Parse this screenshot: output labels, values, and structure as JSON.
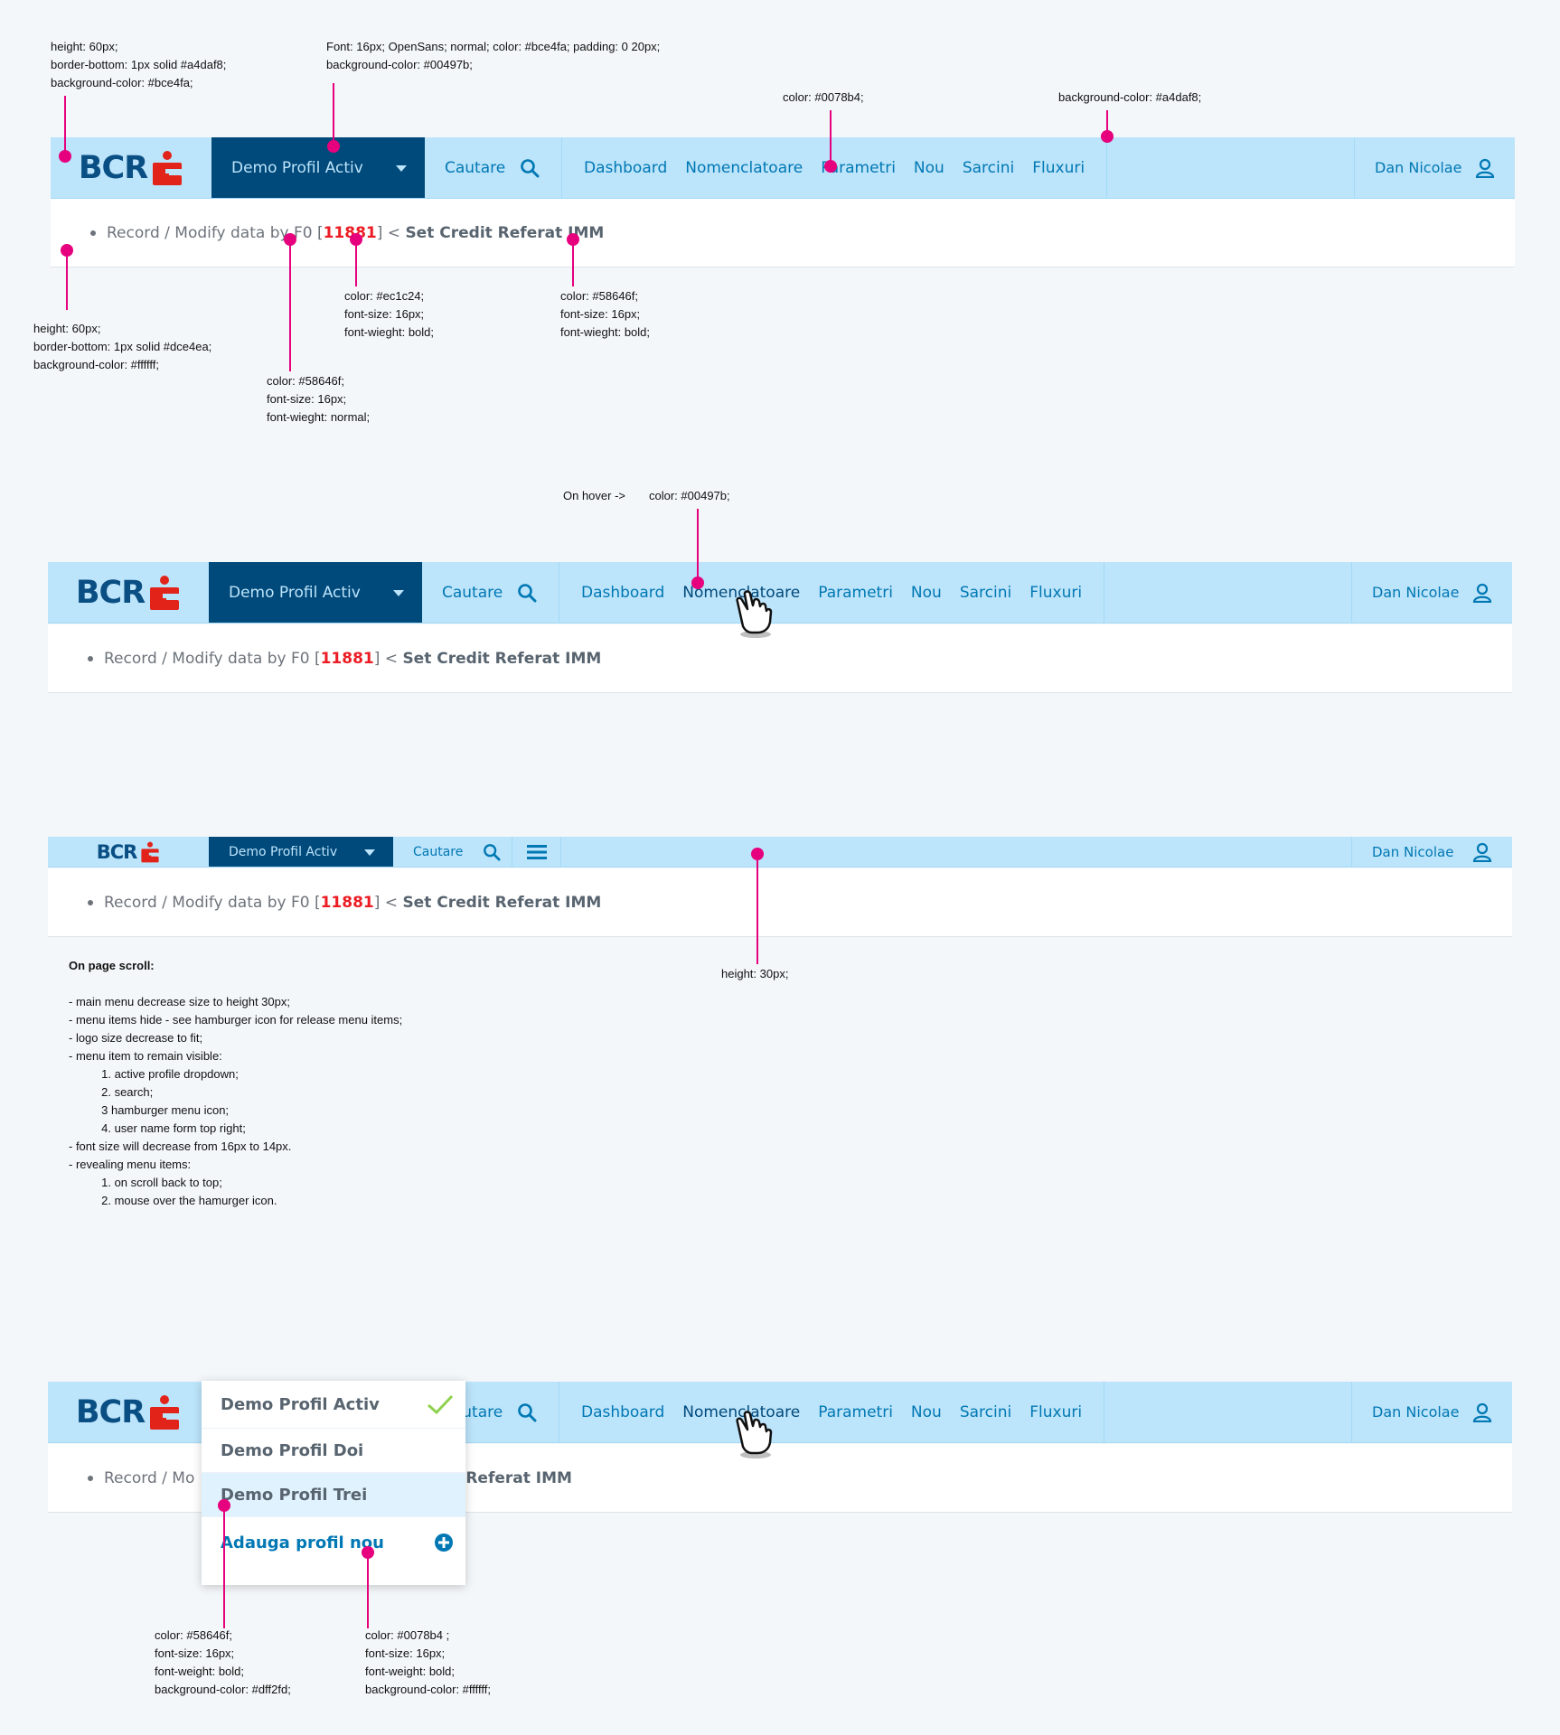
{
  "brand": {
    "logo_text": "BCR"
  },
  "colors": {
    "nav_bg": "#bce4fa",
    "nav_border": "#a4daf8",
    "profile_bg": "#00497b",
    "link": "#0078b4",
    "link_hover": "#00497b",
    "text_gray": "#58646f",
    "accent_red": "#ec1c24",
    "annotation_pin": "#e6007e",
    "dropdown_active": "#dff2fd"
  },
  "nav": {
    "profile_label": "Demo Profil Activ",
    "search_label": "Cautare",
    "links": [
      "Dashboard",
      "Nomenclatoare",
      "Parametri",
      "Nou",
      "Sarcini",
      "Fluxuri"
    ],
    "user_name": "Dan Nicolae",
    "icons": [
      "search-icon",
      "user-icon",
      "caret-down-icon",
      "hamburger-icon",
      "hand-cursor-icon",
      "check-icon",
      "plus-circle-icon"
    ]
  },
  "breadcrumb": {
    "prefix": "Record / Modify data by F0 [",
    "number": "11881",
    "suffix": "] < ",
    "final": "Set Credit Referat IMM",
    "partial_prefix": "Record / Mo",
    "partial_final": "Referat IMM"
  },
  "dropdown": {
    "items": [
      "Demo Profil Activ",
      "Demo Profil Doi",
      "Demo Profil Trei"
    ],
    "add_label": "Adauga profil nou"
  },
  "annotations": {
    "a1": "height: 60px;\nborder-bottom: 1px solid #a4daf8;\nbackground-color: #bce4fa;",
    "a2": "Font: 16px; OpenSans; normal; color: #bce4fa; padding: 0 20px;\nbackground-color: #00497b;",
    "a3": "color: #0078b4;",
    "a4": "background-color: #a4daf8;",
    "a5": "height: 60px;\nborder-bottom: 1px solid #dce4ea;\nbackground-color: #ffffff;",
    "a6": "color: #58646f;\nfont-size: 16px;\nfont-wieght: normal;",
    "a7": "color: #ec1c24;\nfont-size: 16px;\nfont-wieght: bold;",
    "a8": "color: #58646f;\nfont-size: 16px;\nfont-wieght: bold;",
    "hover_prefix": "On hover ->",
    "hover_color": "color: #00497b;",
    "height30": "height: 30px;",
    "scroll_title": "On page scroll:",
    "scroll_body": "- main menu decrease size to height 30px;\n- menu items hide - see hamburger icon for release menu items;\n- logo size decrease to fit;\n- menu item to remain visible:\n          1. active profile dropdown;\n          2. search;\n          3 hamburger menu icon;\n          4. user name form top right;\n- font size will decrease from 16px to 14px.\n- revealing menu items:\n          1. on scroll back to top;\n          2. mouse over the hamurger icon.",
    "a9": "color: #58646f;\nfont-size: 16px;\nfont-weight: bold;\nbackground-color: #dff2fd;",
    "a10": "color: #0078b4 ;\nfont-size: 16px;\nfont-weight: bold;\nbackground-color: #ffffff;"
  }
}
